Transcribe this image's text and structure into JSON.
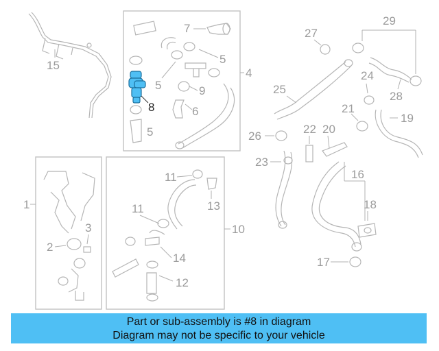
{
  "callouts": {
    "c1": "1",
    "c2": "2",
    "c3": "3",
    "c4": "4",
    "c5a": "5",
    "c5b": "5",
    "c5c": "5",
    "c6": "6",
    "c7": "7",
    "c8": "8",
    "c9": "9",
    "c10": "10",
    "c11a": "11",
    "c11b": "11",
    "c12": "12",
    "c13": "13",
    "c14": "14",
    "c15": "15",
    "c16": "16",
    "c17": "17",
    "c18": "18",
    "c19": "19",
    "c20": "20",
    "c21": "21",
    "c22": "22",
    "c23": "23",
    "c24": "24",
    "c25": "25",
    "c26": "26",
    "c27": "27",
    "c28": "28",
    "c29": "29"
  },
  "highlight": {
    "part_number": "8",
    "color": "#4fbff4"
  },
  "caption": {
    "line1": "Part or sub-assembly is #8 in diagram",
    "line2": "Diagram may not be specific to your vehicle",
    "background": "#4fbff4"
  }
}
